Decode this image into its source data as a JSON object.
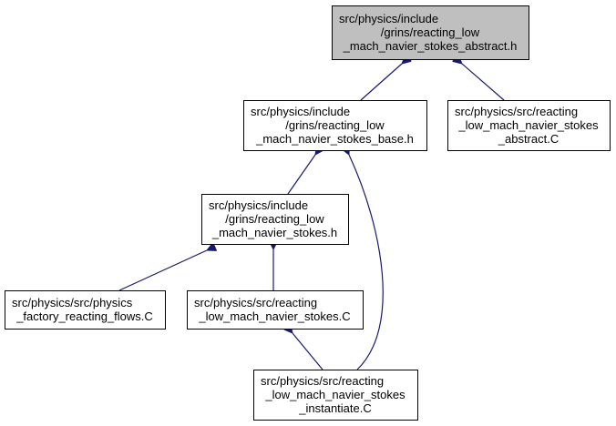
{
  "colors": {
    "edge": "#191970",
    "node_fill": "#ffffff",
    "root_fill": "#bfbfbf",
    "border": "#000000"
  },
  "nodes": [
    {
      "id": "abstract_h",
      "highlighted": true,
      "lines": [
        "src/physics/include",
        "/grins/reacting_low",
        "_mach_navier_stokes_abstract.h"
      ]
    },
    {
      "id": "base_h",
      "highlighted": false,
      "lines": [
        "src/physics/include",
        "/grins/reacting_low",
        "_mach_navier_stokes_base.h"
      ]
    },
    {
      "id": "abstract_c",
      "highlighted": false,
      "lines": [
        "src/physics/src/reacting",
        "_low_mach_navier_stokes",
        "_abstract.C"
      ]
    },
    {
      "id": "stokes_h",
      "highlighted": false,
      "lines": [
        "src/physics/include",
        "/grins/reacting_low",
        "_mach_navier_stokes.h"
      ]
    },
    {
      "id": "factory_c",
      "highlighted": false,
      "lines": [
        "src/physics/src/physics",
        "_factory_reacting_flows.C"
      ]
    },
    {
      "id": "stokes_c",
      "highlighted": false,
      "lines": [
        "src/physics/src/reacting",
        "_low_mach_navier_stokes.C"
      ]
    },
    {
      "id": "instantiate_c",
      "highlighted": false,
      "lines": [
        "src/physics/src/reacting",
        "_low_mach_navier_stokes",
        "_instantiate.C"
      ]
    }
  ],
  "edges": [
    {
      "from": "base_h",
      "to": "abstract_h"
    },
    {
      "from": "abstract_c",
      "to": "abstract_h"
    },
    {
      "from": "stokes_h",
      "to": "base_h"
    },
    {
      "from": "instantiate_c",
      "to": "base_h"
    },
    {
      "from": "factory_c",
      "to": "stokes_h"
    },
    {
      "from": "stokes_c",
      "to": "stokes_h"
    },
    {
      "from": "instantiate_c",
      "to": "stokes_c"
    }
  ]
}
